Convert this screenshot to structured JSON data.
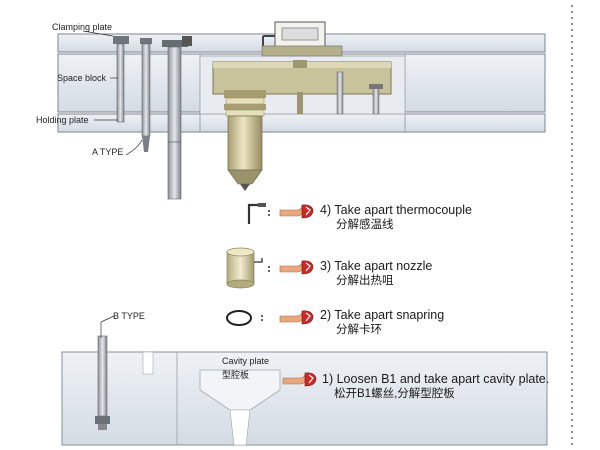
{
  "labels": {
    "clamping_plate": "Clamping plate",
    "space_block": "Space block",
    "holding_plate": "Holding plate",
    "a_type": "A TYPE",
    "b_type": "B TYPE",
    "cavity_plate_en": "Cavity plate",
    "cavity_plate_zh": "型腔板"
  },
  "steps": [
    {
      "en": "4) Take apart thermocouple",
      "zh": "分解感温线"
    },
    {
      "en": "3) Take apart nozzle",
      "zh": "分解出热咀"
    },
    {
      "en": "2) Take apart snapring",
      "zh": "分解卡环"
    },
    {
      "en": "1) Loosen B1 and take apart cavity plate.",
      "zh": "松开B1螺丝,分解型腔板"
    }
  ],
  "colors": {
    "plate_fill": "#e3e8ee",
    "plate_stroke": "#8a9099",
    "manifold": "#c8c29a",
    "nozzle": "#cfc8a2",
    "glove": "#cc2a2a",
    "arm": "#e9a77e"
  },
  "icons": [
    "pointing-hand-icon",
    "dots-icon"
  ]
}
